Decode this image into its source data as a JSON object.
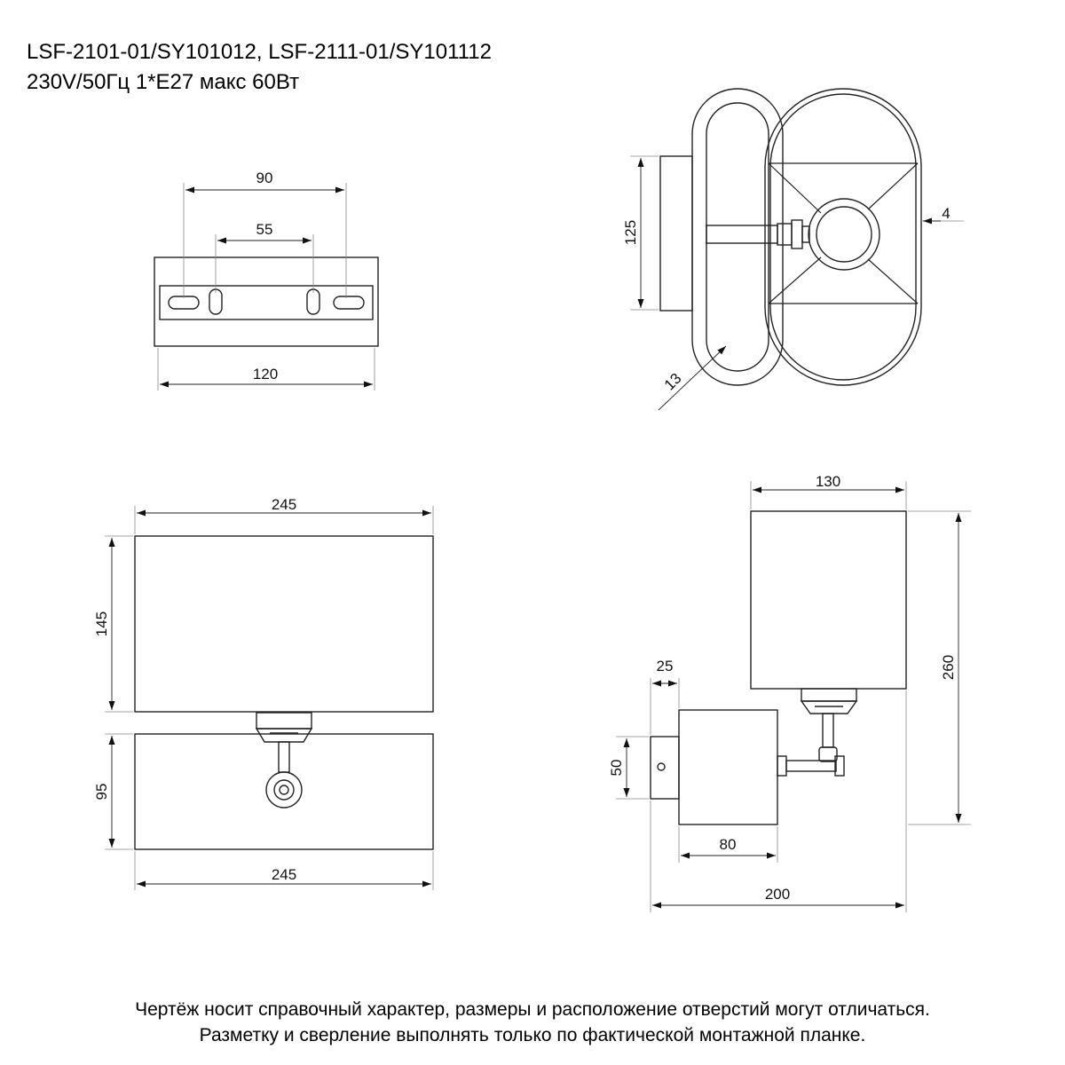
{
  "header": {
    "models": "LSF-2101-01/SY101012, LSF-2111-01/SY101112",
    "specs": "230V/50Гц  1*E27 макс 60Вт"
  },
  "dimensions": {
    "mount_holes_outer": "90",
    "mount_holes_inner": "55",
    "mount_plate_width": "120",
    "top_view_depth": "125",
    "top_view_frame": "13",
    "top_view_wire": "4",
    "front_shade_width": "245",
    "front_shade_upper_height": "145",
    "front_shade_lower_height": "95",
    "front_shade_lower_width": "245",
    "side_shade_width": "130",
    "side_total_height": "260",
    "side_plate_depth": "25",
    "side_plate_height": "50",
    "side_lower_shade_depth": "80",
    "side_total_depth": "200"
  },
  "footer": {
    "note_line1": "Чертёж носит справочный характер, размеры и расположение отверстий могут отличаться.",
    "note_line2": "Разметку и сверление выполнять только по фактической монтажной планке."
  }
}
